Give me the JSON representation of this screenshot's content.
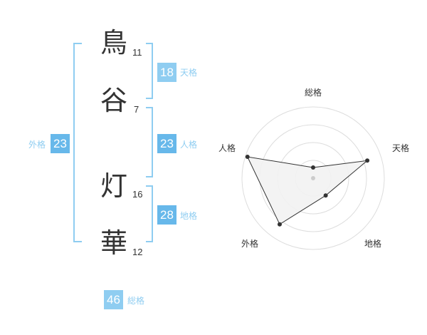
{
  "name": {
    "characters": [
      {
        "char": "鳥",
        "strokes": "11"
      },
      {
        "char": "谷",
        "strokes": "7"
      },
      {
        "char": "灯",
        "strokes": "16"
      },
      {
        "char": "華",
        "strokes": "12"
      }
    ]
  },
  "fortune": {
    "tenkaku": {
      "label": "天格",
      "value": "18"
    },
    "jinkaku": {
      "label": "人格",
      "value": "23"
    },
    "chikaku": {
      "label": "地格",
      "value": "28"
    },
    "gaikaku": {
      "label": "外格",
      "value": "23"
    },
    "soukaku": {
      "label": "総格",
      "value": "46"
    }
  },
  "colors": {
    "accent": "#8fcdf1",
    "box_light": "#8fcdf1",
    "box_mid": "#67b8ea",
    "radar_fill": "#f2f2f2",
    "radar_line": "#333333",
    "ring": "#dddddd"
  },
  "chart_data": {
    "type": "radar",
    "axes": [
      "総格",
      "天格",
      "地格",
      "外格",
      "人格"
    ],
    "values": [
      0.15,
      0.8,
      0.3,
      0.8,
      0.97
    ],
    "range": [
      0,
      1
    ],
    "rings": 4
  }
}
